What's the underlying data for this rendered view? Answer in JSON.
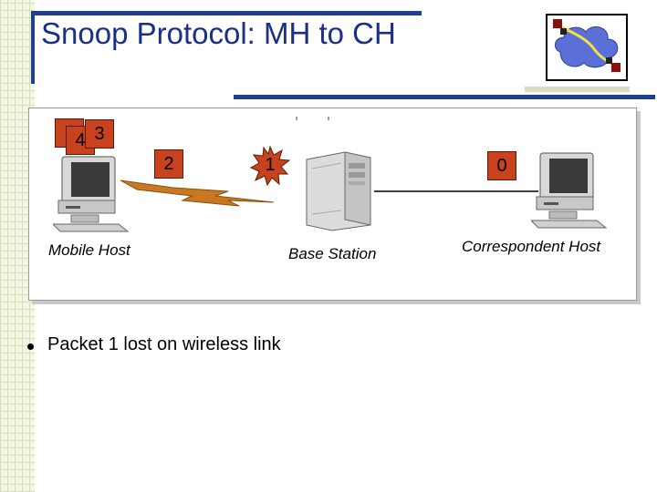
{
  "slide": {
    "title": "Snoop Protocol: MH to CH",
    "bullet": "Packet 1 lost on wireless link"
  },
  "diagram": {
    "nodes": {
      "mobile_host": "Mobile Host",
      "base_station": "Base Station",
      "correspondent_host": "Correspondent Host"
    },
    "packets": {
      "p4": "4",
      "p3": "3",
      "p2": "2",
      "p1_lost": "1",
      "p0": "0"
    }
  },
  "colors": {
    "title": "#1c2f86",
    "packet": "#c8421e",
    "wireless_link": "#c87820"
  }
}
